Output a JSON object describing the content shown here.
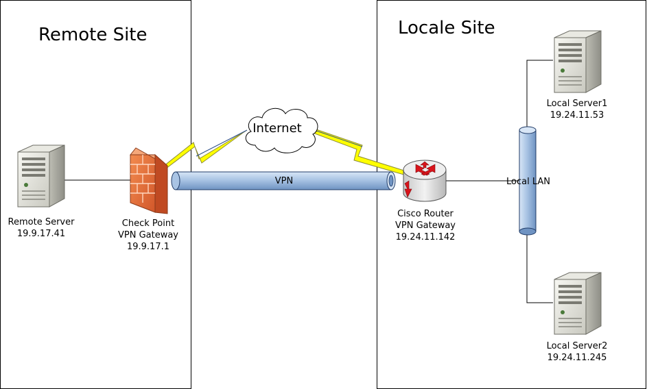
{
  "remote_site": {
    "title": "Remote Site"
  },
  "local_site": {
    "title": "Locale  Site"
  },
  "remote_server": {
    "name": "Remote Server",
    "ip": "19.9.17.41",
    "icon": "server-icon"
  },
  "checkpoint": {
    "line1": "Check Point",
    "line2": "VPN Gateway",
    "ip": "19.9.17.1",
    "icon": "firewall-icon"
  },
  "internet": {
    "label": "Internet",
    "icon": "cloud-icon"
  },
  "vpn": {
    "label": "VPN"
  },
  "cisco": {
    "line1": "Cisco Router",
    "line2": "VPN Gateway",
    "ip": "19.24.11.142",
    "icon": "router-icon"
  },
  "lan": {
    "label": "Local LAN"
  },
  "local_server1": {
    "name": "Local Server1",
    "ip": "19.24.11.53",
    "icon": "server-icon"
  },
  "local_server2": {
    "name": "Local Server2",
    "ip": "19.24.11.245",
    "icon": "server-icon"
  },
  "colors": {
    "firewall": "#e8773a",
    "tube": "#a9c4e4",
    "lightning": "#ffff00",
    "router_arrows": "#d9141b"
  }
}
